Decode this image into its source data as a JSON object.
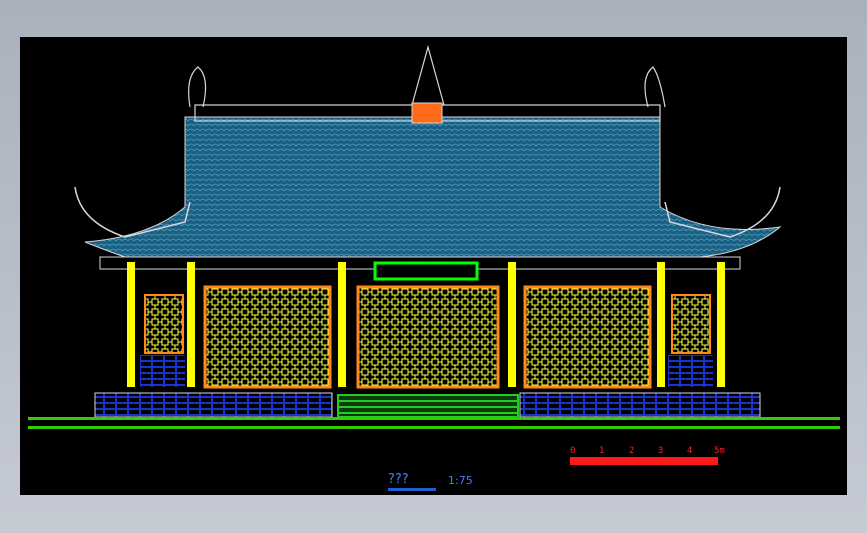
{
  "drawing": {
    "title": "???",
    "scale": "1:75",
    "scalebar_ticks": [
      "0",
      "1",
      "2",
      "3",
      "4",
      "5m"
    ]
  },
  "colors": {
    "background": "#000000",
    "roof_tile": "#2f7fa6",
    "roof_outline": "#d8d8d8",
    "columns": "#ffff00",
    "door_frame": "#ff8a1a",
    "door_lattice": "#ffff33",
    "plinth": "#1a33cc",
    "steps": "#22cc22",
    "ground": "#33cc00",
    "plaque": "#00ff00",
    "scalebar": "#ff1a1a",
    "title": "#4a7bff"
  }
}
